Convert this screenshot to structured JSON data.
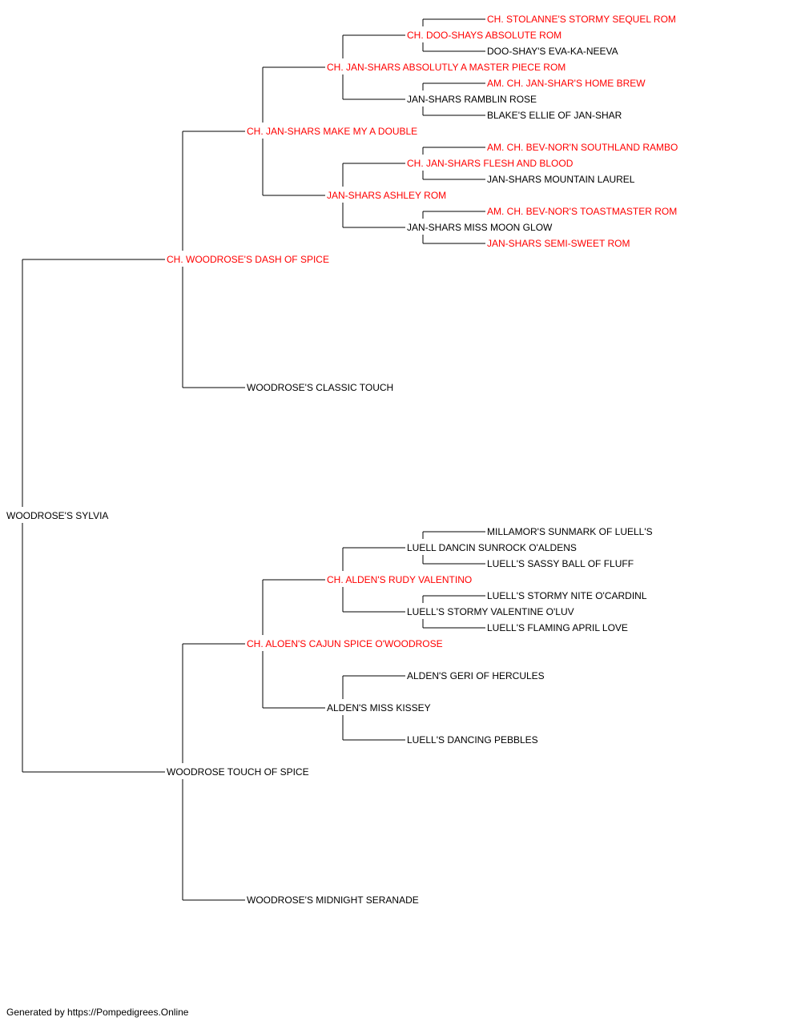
{
  "colors": {
    "champion": "#ff0000",
    "normal": "#000000",
    "line": "#000000"
  },
  "pedigree": {
    "name": "WOODROSE'S SYLVIA",
    "champion": false,
    "sire": {
      "name": "CH. WOODROSE'S DASH OF SPICE",
      "champion": true,
      "sire": {
        "name": "CH. JAN-SHARS MAKE MY A DOUBLE",
        "champion": true,
        "sire": {
          "name": "CH. JAN-SHARS ABSOLUTLY A MASTER PIECE ROM",
          "champion": true,
          "sire": {
            "name": "CH. DOO-SHAYS ABSOLUTE ROM",
            "champion": true,
            "sire": {
              "name": "CH. STOLANNE'S STORMY SEQUEL ROM",
              "champion": true
            },
            "dam": {
              "name": "DOO-SHAY'S EVA-KA-NEEVA",
              "champion": false
            }
          },
          "dam": {
            "name": "JAN-SHARS RAMBLIN ROSE",
            "champion": false,
            "sire": {
              "name": "AM. CH. JAN-SHAR'S HOME BREW",
              "champion": true
            },
            "dam": {
              "name": "BLAKE'S ELLIE OF JAN-SHAR",
              "champion": false
            }
          }
        },
        "dam": {
          "name": "JAN-SHARS ASHLEY ROM",
          "champion": true,
          "sire": {
            "name": "CH. JAN-SHARS FLESH AND BLOOD",
            "champion": true,
            "sire": {
              "name": "AM. CH. BEV-NOR'N SOUTHLAND RAMBO",
              "champion": true
            },
            "dam": {
              "name": "JAN-SHARS MOUNTAIN LAUREL",
              "champion": false
            }
          },
          "dam": {
            "name": "JAN-SHARS MISS MOON GLOW",
            "champion": false,
            "sire": {
              "name": "AM. CH. BEV-NOR'S TOASTMASTER ROM",
              "champion": true
            },
            "dam": {
              "name": "JAN-SHARS SEMI-SWEET ROM",
              "champion": true
            }
          }
        }
      },
      "dam": {
        "name": "WOODROSE'S CLASSIC TOUCH",
        "champion": false
      }
    },
    "dam": {
      "name": "WOODROSE TOUCH OF SPICE",
      "champion": false,
      "sire": {
        "name": "CH. ALOEN'S CAJUN SPICE O'WOODROSE",
        "champion": true,
        "sire": {
          "name": "CH. ALDEN'S RUDY VALENTINO",
          "champion": true,
          "sire": {
            "name": "LUELL DANCIN SUNROCK O'ALDENS",
            "champion": false,
            "sire": {
              "name": "MILLAMOR'S SUNMARK OF LUELL'S",
              "champion": false
            },
            "dam": {
              "name": "LUELL'S SASSY BALL OF FLUFF",
              "champion": false
            }
          },
          "dam": {
            "name": "LUELL'S STORMY VALENTINE O'LUV",
            "champion": false,
            "sire": {
              "name": "LUELL'S STORMY NITE O'CARDINL",
              "champion": false
            },
            "dam": {
              "name": "LUELL'S FLAMING APRIL LOVE",
              "champion": false
            }
          }
        },
        "dam": {
          "name": "ALDEN'S MISS KISSEY",
          "champion": false,
          "sire": {
            "name": "ALDEN'S GERI OF HERCULES",
            "champion": false
          },
          "dam": {
            "name": "LUELL'S DANCING PEBBLES",
            "champion": false
          }
        }
      },
      "dam": {
        "name": "WOODROSE'S MIDNIGHT SERANADE",
        "champion": false
      }
    }
  },
  "footer": {
    "text": "Generated by https://Pompedigrees.Online"
  }
}
